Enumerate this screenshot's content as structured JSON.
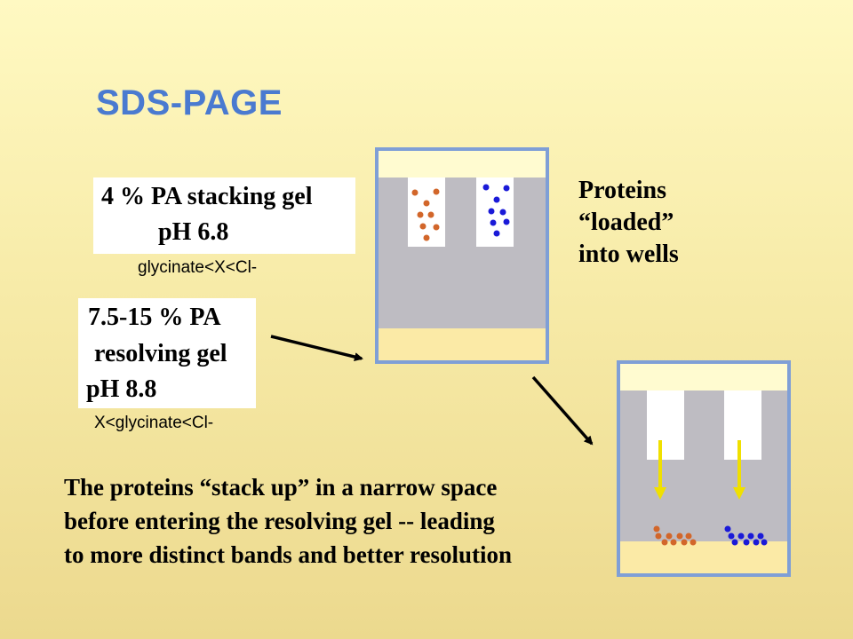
{
  "slide": {
    "title": "SDS-PAGE",
    "stacking_gel": {
      "line1": "4 % PA stacking gel",
      "line2": "pH 6.8",
      "mobility": "glycinate<X<Cl-"
    },
    "resolving_gel": {
      "line1": "7.5-15 % PA",
      "line2": "resolving gel",
      "line3": "pH 8.8",
      "mobility": "X<glycinate<Cl-"
    },
    "proteins_label": [
      "Proteins",
      "“loaded”",
      "into wells"
    ],
    "explanation": [
      "The proteins “stack up” in a narrow space",
      "before entering the resolving gel -- leading",
      "to more distinct bands and better resolution"
    ]
  },
  "colors": {
    "title": "#4a7ad0",
    "gel_frame": "#7f9fd6",
    "stacking_gel": "#bebcc2",
    "resolving_gel": "#fbeaa6",
    "protein_orange": "#d2662a",
    "protein_blue": "#1a1ad8",
    "migration_arrow": "#f0e000"
  }
}
